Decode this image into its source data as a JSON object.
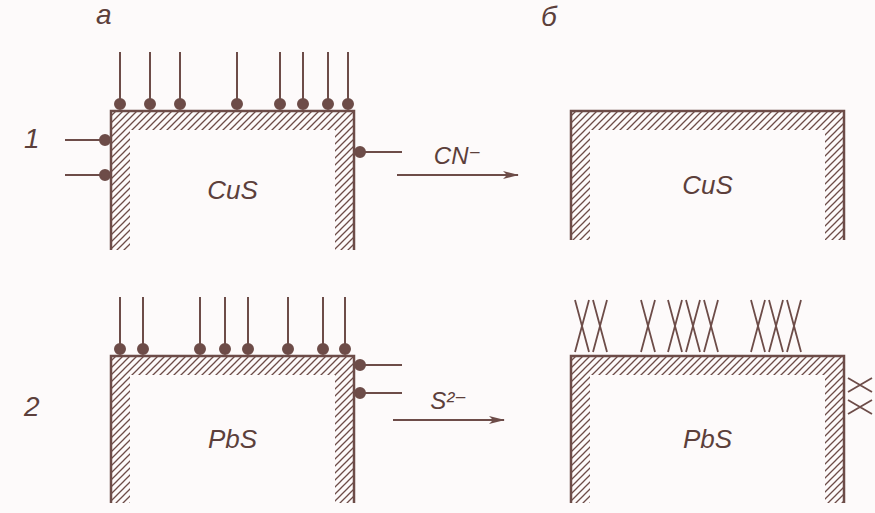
{
  "diagram": {
    "nodes": [
      {
        "text": [
          "CuS"
        ]
      },
      {
        "text": [
          "CuS"
        ]
      },
      {
        "text": [
          "PbS"
        ]
      },
      {
        "text": [
          "PbS"
        ]
      }
    ],
    "edges": [
      {
        "from": 0,
        "to": 1,
        "label": "CN⁻",
        "arrow": "to"
      },
      {
        "from": 2,
        "to": 3,
        "label": "S²⁻",
        "arrow": "to"
      }
    ],
    "labels": [
      "а",
      "б",
      "1",
      "2"
    ]
  }
}
